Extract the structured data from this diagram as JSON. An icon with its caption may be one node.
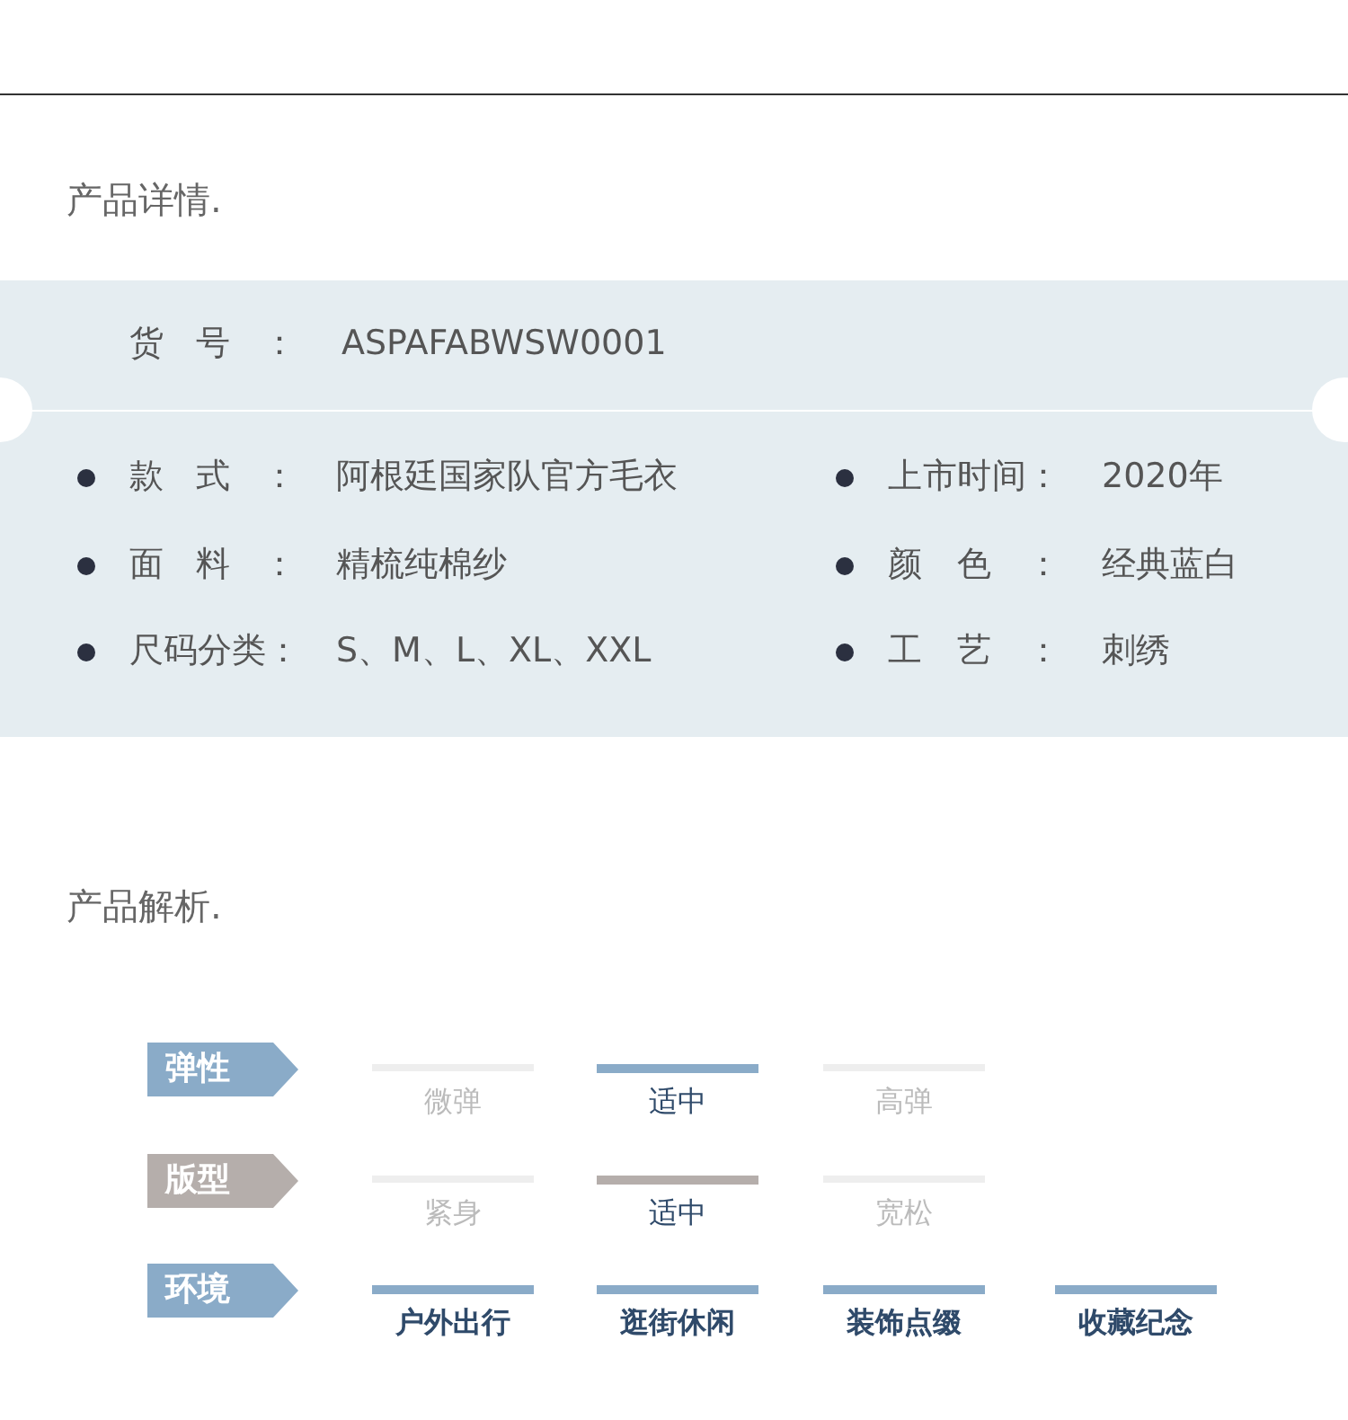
{
  "diagram": {
    "labels": [
      "产品详情.",
      "货号：",
      "ASPAFABWSW0001",
      "款式：",
      "阿根廷国家队官方毛衣",
      "上市时间：",
      "2020年",
      "面料：",
      "精梳纯棉纱",
      "颜色：",
      "经典蓝白",
      "尺码分类：",
      "S、M、L、XL、XXL",
      "工艺：",
      "刺绣",
      "产品解析.",
      "弹性",
      "微弹",
      "适中",
      "高弹",
      "版型",
      "紧身",
      "适中",
      "宽松",
      "环境",
      "户外出行",
      "逛街休闲",
      "装饰点缀",
      "收藏纪念"
    ]
  }
}
